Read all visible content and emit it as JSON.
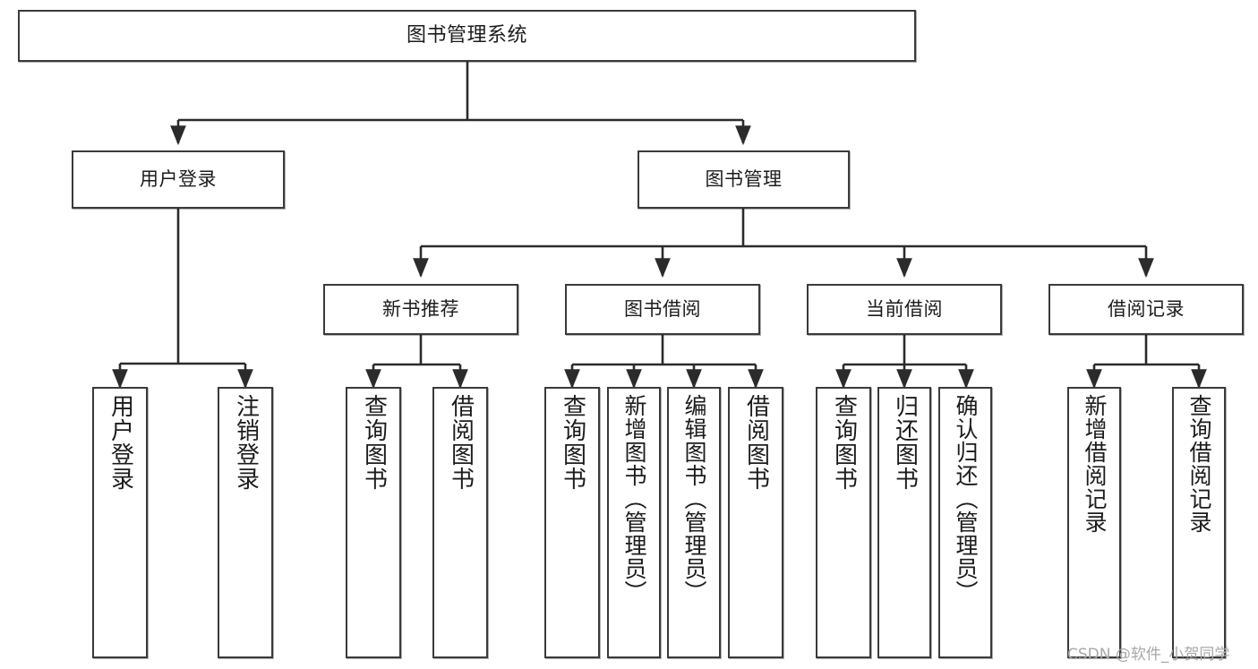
{
  "diagram": {
    "type": "tree",
    "title": "图书管理系统",
    "watermark": "CSDN @软件_小贺同学",
    "colors": {
      "box_border": "#3a3a3a",
      "box_fill": "#ffffff",
      "edge": "#2b2b2b",
      "text": "#1c1c1c",
      "watermark": "#a8a8a8"
    },
    "nodes": {
      "root": {
        "label": "图书管理系统"
      },
      "level2": [
        {
          "label": "用户登录"
        },
        {
          "label": "图书管理"
        }
      ],
      "level3": [
        {
          "label": "新书推荐"
        },
        {
          "label": "图书借阅"
        },
        {
          "label": "当前借阅"
        },
        {
          "label": "借阅记录"
        }
      ],
      "leaves": {
        "user_login": [
          {
            "label": "用户登录"
          },
          {
            "label": "注销登录"
          }
        ],
        "new_book_recommend": [
          {
            "label": "查询图书"
          },
          {
            "label": "借阅图书"
          }
        ],
        "book_borrow": [
          {
            "label": "查询图书"
          },
          {
            "label": "新增图书（管理员）"
          },
          {
            "label": "编辑图书（管理员）"
          },
          {
            "label": "借阅图书"
          }
        ],
        "current_borrow": [
          {
            "label": "查询图书"
          },
          {
            "label": "归还图书"
          },
          {
            "label": "确认归还（管理员）"
          }
        ],
        "borrow_record": [
          {
            "label": "新增借阅记录"
          },
          {
            "label": "查询借阅记录"
          }
        ]
      }
    }
  }
}
